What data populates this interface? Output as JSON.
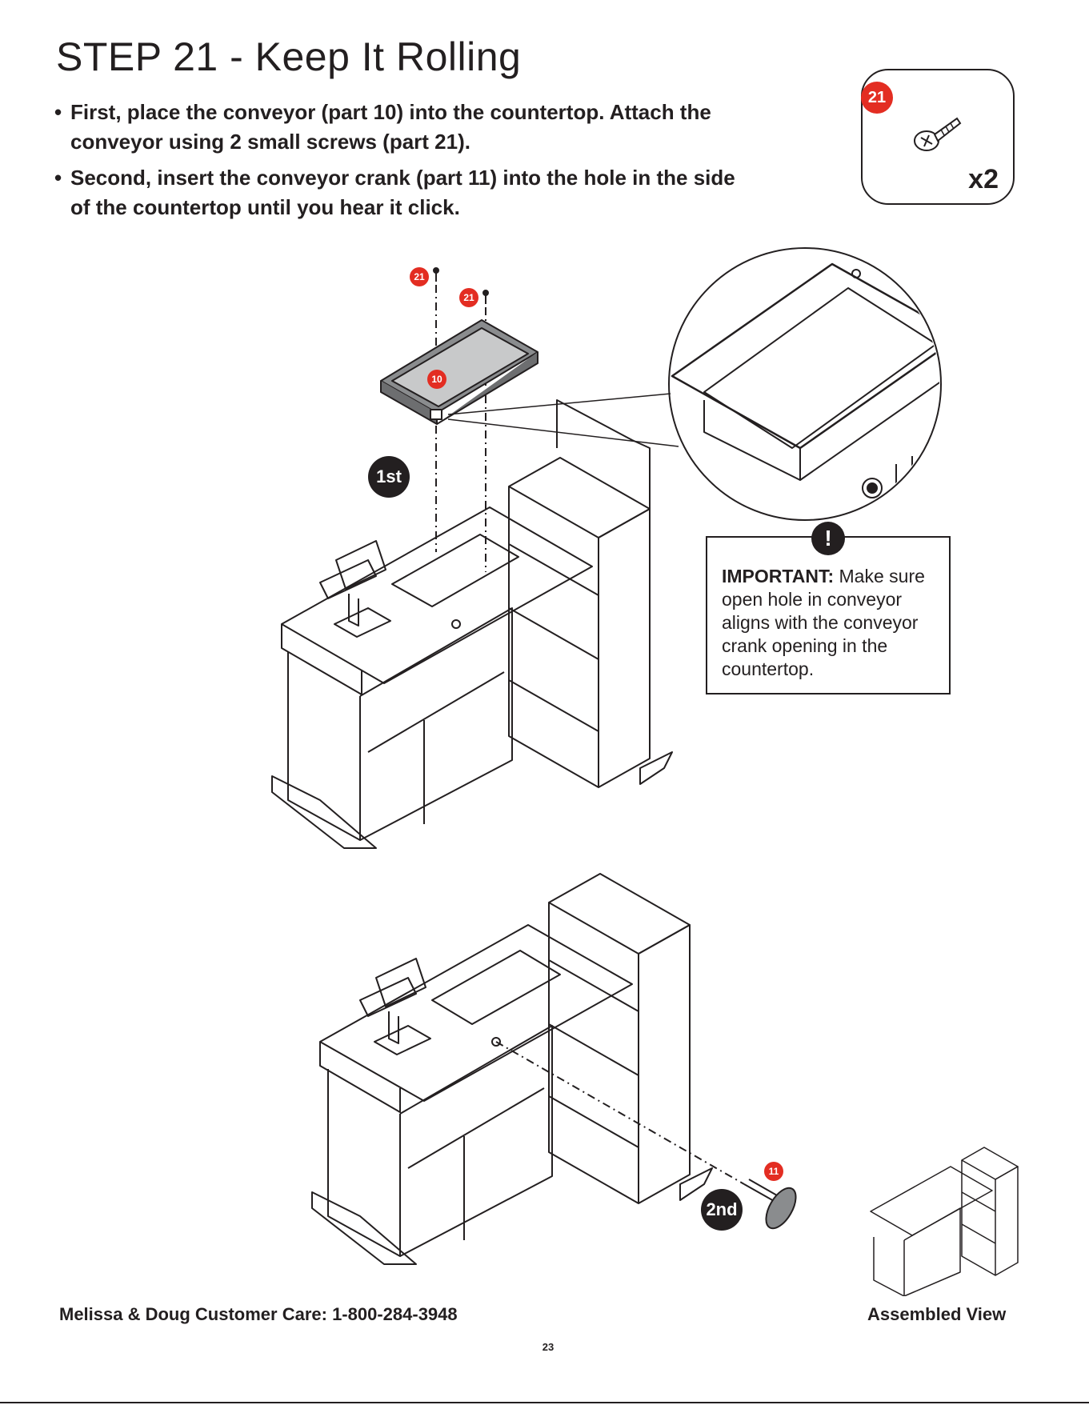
{
  "page": {
    "title": "STEP 21 - Keep It Rolling",
    "instructions": [
      "First, place the conveyor (part 10) into the countertop. Attach the conveyor using 2 small screws (part 21).",
      "Second, insert the conveyor crank (part 11) into the hole in the side of the countertop until you hear it click."
    ],
    "bullet": "•"
  },
  "parts_box": {
    "part_number": "21",
    "quantity": "x2",
    "icon": "screw-icon"
  },
  "diagram": {
    "step1_label": "1st",
    "step2_label": "2nd",
    "screw_tag": "21",
    "conveyor_tag": "10",
    "crank_tag": "11"
  },
  "important": {
    "icon_glyph": "!",
    "label": "IMPORTANT:",
    "text": " Make sure open hole in conveyor aligns with the conveyor crank opening in the countertop."
  },
  "footer": {
    "customer_care": "Melissa & Doug Customer Care: 1-800-284-3948",
    "assembled_view": "Assembled View",
    "page_number": "23"
  },
  "colors": {
    "accent_red": "#e32d22",
    "ink": "#231f20",
    "part_gray": "#8a8c8e"
  }
}
